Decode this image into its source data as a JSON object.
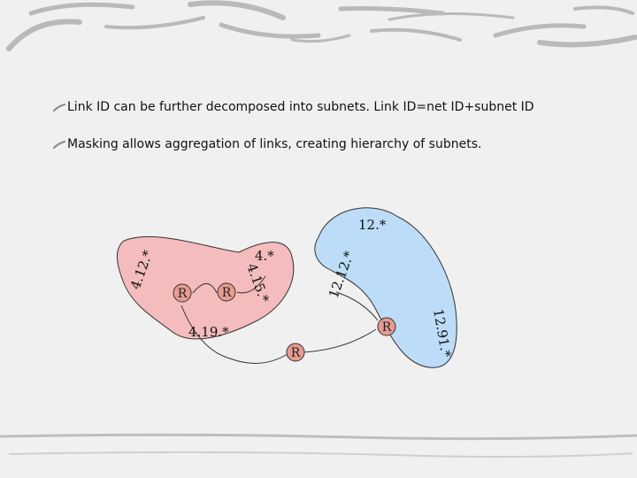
{
  "bullets": [
    "Link ID can be further decomposed into subnets.  Link ID=net ID+subnet ID",
    "Masking allows aggregation of links, creating hierarchy of subnets."
  ],
  "diagram": {
    "regions": {
      "blue_label": "12.*",
      "pink_outer_label": "4.12.*",
      "pink_inner_label": "4.*",
      "pink_sub1": "4.15.*",
      "pink_sub2": "4.19.*",
      "blue_sub1": "12.12.*",
      "blue_sub2": "12.91.*"
    },
    "router_label": "R",
    "colors": {
      "blue_region": "#bcdcf7",
      "pink_region": "#f4bcbc",
      "router_fill": "#e89b90"
    }
  }
}
